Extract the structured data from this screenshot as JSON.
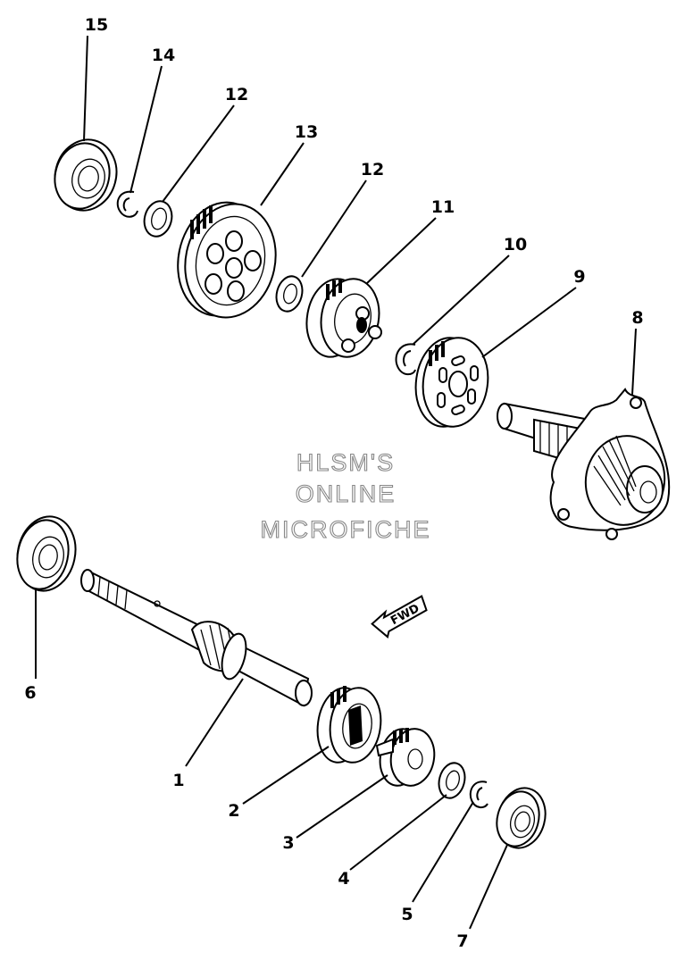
{
  "diagram": {
    "callouts": [
      "1",
      "2",
      "3",
      "4",
      "5",
      "6",
      "7",
      "8",
      "9",
      "10",
      "11",
      "12",
      "12",
      "13",
      "14",
      "15"
    ],
    "watermark": [
      "HLSM'S",
      "ONLINE",
      "MICROFICHE"
    ],
    "direction_arrow": "FWD"
  }
}
